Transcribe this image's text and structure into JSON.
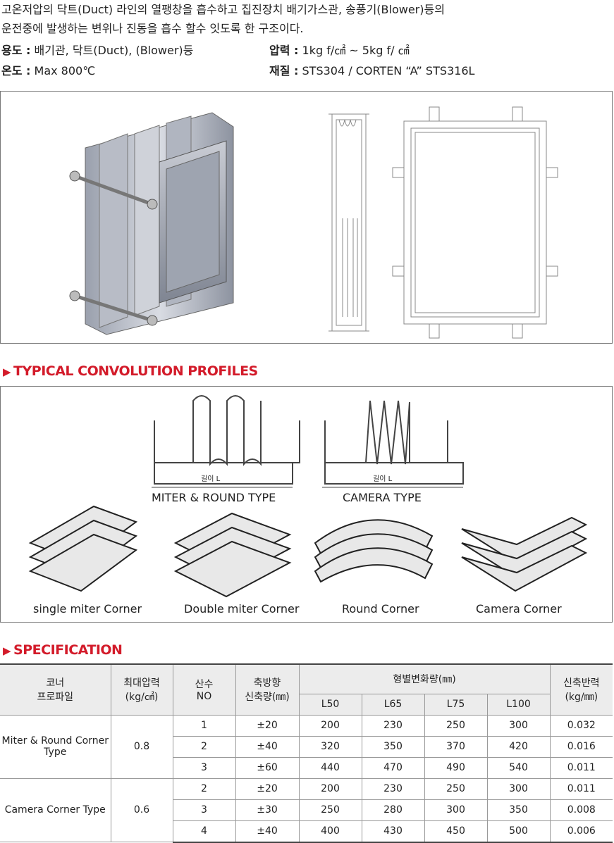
{
  "intro": {
    "line1": "고온저압의 닥트(Duct) 라인의 열팽창을 흡수하고 집진장치 배기가스관, 송풍기(Blower)등의",
    "line2": "운전중에 발생하는 변위나 진동을 흡수 할수 잇도록 한 구조이다."
  },
  "specs": {
    "use_label": "용도 :",
    "use_value": " 배기관, 닥트(Duct), (Blower)등",
    "pressure_label": "압력 :",
    "pressure_value": " 1kg f/㎠ ~ 5kg f/ ㎠",
    "temp_label": "온도 :",
    "temp_value": " Max 800℃",
    "material_label": "재질 :",
    "material_value": " STS304 / CORTEN “A” STS316L"
  },
  "sections": {
    "profiles_title": "TYPICAL CONVOLUTION PROFILES",
    "spec_title": "SPECIFICATION"
  },
  "profiles": {
    "miter_round": "MITER & ROUND TYPE",
    "camera": "CAMERA TYPE",
    "length_label": "길이 L",
    "corners": [
      "single miter Corner",
      "Double miter Corner",
      "Round Corner",
      "Camera Corner"
    ]
  },
  "table": {
    "h_corner": [
      "코너",
      "프로파일"
    ],
    "h_pressure": [
      "최대압력",
      "(kg/㎠)"
    ],
    "h_no": [
      "산수",
      "NO"
    ],
    "h_axial": [
      "축방향",
      "신축량(㎜)"
    ],
    "h_group": "형별변화량(㎜)",
    "h_spring": [
      "신축반력",
      "(kg/㎜)"
    ],
    "sub": [
      "L50",
      "L65",
      "L75",
      "L100"
    ],
    "groups": [
      {
        "name": [
          "Miter & Round Corner",
          "Type"
        ],
        "pressure": "0.8",
        "rows": [
          {
            "no": "1",
            "axial": "±20",
            "l50": "200",
            "l65": "230",
            "l75": "250",
            "l100": "300",
            "spring": "0.032"
          },
          {
            "no": "2",
            "axial": "±40",
            "l50": "320",
            "l65": "350",
            "l75": "370",
            "l100": "420",
            "spring": "0.016"
          },
          {
            "no": "3",
            "axial": "±60",
            "l50": "440",
            "l65": "470",
            "l75": "490",
            "l100": "540",
            "spring": "0.011"
          }
        ]
      },
      {
        "name": [
          "Camera Corner Type"
        ],
        "pressure": "0.6",
        "rows": [
          {
            "no": "2",
            "axial": "±20",
            "l50": "200",
            "l65": "230",
            "l75": "250",
            "l100": "300",
            "spring": "0.011"
          },
          {
            "no": "3",
            "axial": "±30",
            "l50": "250",
            "l65": "280",
            "l75": "300",
            "l100": "350",
            "spring": "0.008"
          },
          {
            "no": "4",
            "axial": "±40",
            "l50": "400",
            "l65": "430",
            "l75": "450",
            "l100": "500",
            "spring": "0.006"
          }
        ]
      }
    ]
  }
}
